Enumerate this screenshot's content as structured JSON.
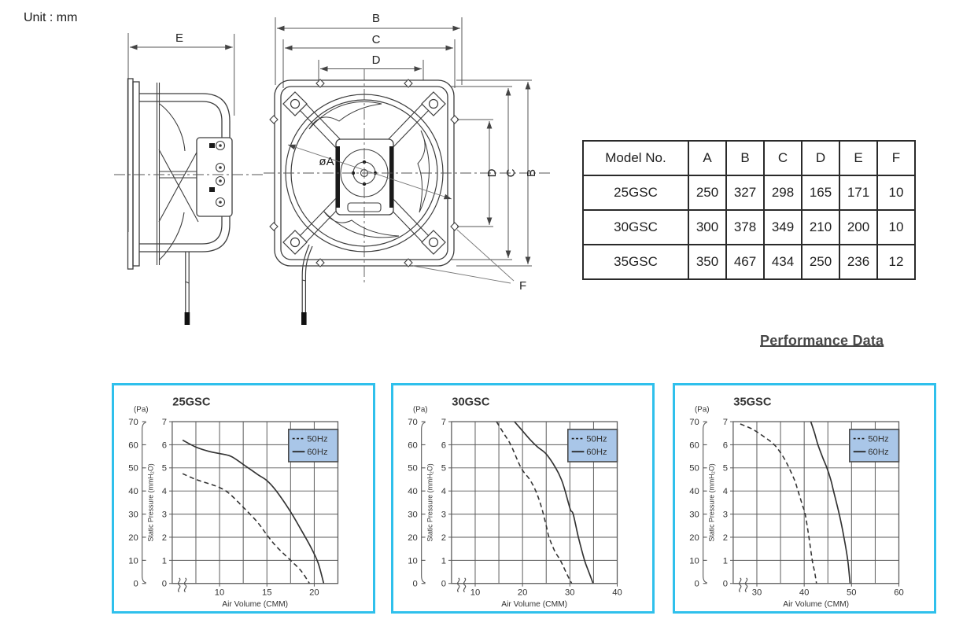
{
  "unit_label": "Unit : mm",
  "diagram": {
    "side_view": {
      "depth_label": "E"
    },
    "front_view": {
      "width_outer": "B",
      "width_inner": "C",
      "width_holes": "D",
      "height_holes": "D",
      "height_inner": "C",
      "height_outer": "B",
      "impeller_diameter": "øA",
      "hole_diameter": "F"
    }
  },
  "dimensions_table": {
    "headers": [
      "Model No.",
      "A",
      "B",
      "C",
      "D",
      "E",
      "F"
    ],
    "rows": [
      [
        "25GSC",
        "250",
        "327",
        "298",
        "165",
        "171",
        "10"
      ],
      [
        "30GSC",
        "300",
        "378",
        "349",
        "210",
        "200",
        "10"
      ],
      [
        "35GSC",
        "350",
        "467",
        "434",
        "250",
        "236",
        "12"
      ]
    ]
  },
  "performance_heading": "Performance Data",
  "legend_fill": "#a9c6e8",
  "panel_border": "#2fc0ec",
  "chart_data": [
    {
      "type": "line",
      "title": "25GSC",
      "xlabel": "Air Volume (CMM)",
      "ylabel": "Static Pressure (mmH₂O)",
      "y2label": "(Pa)",
      "xlim": [
        5,
        22.5
      ],
      "ylim": [
        0,
        7
      ],
      "y2lim": [
        0,
        70
      ],
      "xticks": [
        10,
        15,
        20
      ],
      "xgrid_step": 2.5,
      "yticks": [
        0,
        1,
        2,
        3,
        4,
        5,
        6,
        7
      ],
      "pa_ticks": [
        0,
        10,
        20,
        30,
        40,
        50,
        60,
        70
      ],
      "grid": true,
      "legend_position": "top-right",
      "series": [
        {
          "name": "50Hz",
          "style": "dashed",
          "points": [
            [
              6.1,
              4.75
            ],
            [
              7.5,
              4.5
            ],
            [
              9,
              4.3
            ],
            [
              10,
              4.15
            ],
            [
              11,
              3.9
            ],
            [
              12.5,
              3.3
            ],
            [
              14,
              2.65
            ],
            [
              15,
              2.1
            ],
            [
              16,
              1.6
            ],
            [
              17.5,
              1.0
            ],
            [
              18.6,
              0.55
            ],
            [
              19.5,
              0
            ]
          ]
        },
        {
          "name": "60Hz",
          "style": "solid",
          "points": [
            [
              6.1,
              6.2
            ],
            [
              7.5,
              5.9
            ],
            [
              9,
              5.7
            ],
            [
              10,
              5.62
            ],
            [
              11.2,
              5.5
            ],
            [
              12.5,
              5.15
            ],
            [
              14,
              4.72
            ],
            [
              15,
              4.45
            ],
            [
              16,
              4.0
            ],
            [
              17.5,
              3.1
            ],
            [
              18.5,
              2.4
            ],
            [
              19.6,
              1.6
            ],
            [
              20.4,
              0.9
            ],
            [
              21,
              0
            ]
          ]
        }
      ]
    },
    {
      "type": "line",
      "title": "30GSC",
      "xlabel": "Air Volume (CMM)",
      "ylabel": "Static Pressure (mmH₂O)",
      "y2label": "(Pa)",
      "xlim": [
        5,
        40
      ],
      "ylim": [
        0,
        7
      ],
      "y2lim": [
        0,
        70
      ],
      "xticks": [
        10,
        20,
        30,
        40
      ],
      "xgrid_step": 5,
      "yticks": [
        0,
        1,
        2,
        3,
        4,
        5,
        6,
        7
      ],
      "pa_ticks": [
        0,
        10,
        20,
        30,
        40,
        50,
        60,
        70
      ],
      "grid": true,
      "legend_position": "top-right",
      "series": [
        {
          "name": "50Hz",
          "style": "dashed",
          "points": [
            [
              14.5,
              7
            ],
            [
              16,
              6.5
            ],
            [
              17.5,
              6
            ],
            [
              19.7,
              5
            ],
            [
              21.5,
              4.5
            ],
            [
              22.8,
              4
            ],
            [
              24,
              3.3
            ],
            [
              25,
              2.5
            ],
            [
              25.6,
              2
            ],
            [
              26.8,
              1.4
            ],
            [
              28,
              1
            ],
            [
              29.5,
              0.35
            ],
            [
              30.4,
              0
            ]
          ]
        },
        {
          "name": "60Hz",
          "style": "solid",
          "points": [
            [
              18.3,
              7
            ],
            [
              20,
              6.6
            ],
            [
              21.7,
              6.2
            ],
            [
              23.2,
              5.9
            ],
            [
              25,
              5.6
            ],
            [
              27,
              5
            ],
            [
              28.2,
              4.5
            ],
            [
              29,
              4
            ],
            [
              30.1,
              3.2
            ],
            [
              30.7,
              3
            ],
            [
              31.8,
              2
            ],
            [
              33.1,
              1
            ],
            [
              34,
              0.5
            ],
            [
              34.9,
              0
            ]
          ]
        }
      ]
    },
    {
      "type": "line",
      "title": "35GSC",
      "xlabel": "Air Volume (CMM)",
      "ylabel": "Static Pressure (mmH₂O)",
      "y2label": "(Pa)",
      "xlim": [
        25,
        60
      ],
      "ylim": [
        0,
        7
      ],
      "y2lim": [
        0,
        70
      ],
      "xticks": [
        30,
        40,
        50,
        60
      ],
      "xgrid_step": 5,
      "yticks": [
        0,
        1,
        2,
        3,
        4,
        5,
        6,
        7
      ],
      "pa_ticks": [
        0,
        10,
        20,
        30,
        40,
        50,
        60,
        70
      ],
      "grid": true,
      "legend_position": "top-right",
      "series": [
        {
          "name": "50Hz",
          "style": "dashed",
          "points": [
            [
              26.5,
              6.9
            ],
            [
              29,
              6.68
            ],
            [
              31.5,
              6.35
            ],
            [
              33.7,
              6
            ],
            [
              35.5,
              5.5
            ],
            [
              36.8,
              5
            ],
            [
              38,
              4.45
            ],
            [
              38.7,
              4
            ],
            [
              39.6,
              3.4
            ],
            [
              40.2,
              3
            ],
            [
              41,
              2
            ],
            [
              41.7,
              1
            ],
            [
              42.2,
              0.5
            ],
            [
              42.6,
              0
            ]
          ]
        },
        {
          "name": "60Hz",
          "style": "solid",
          "points": [
            [
              41.4,
              7
            ],
            [
              42.2,
              6.5
            ],
            [
              42.9,
              6
            ],
            [
              44,
              5.4
            ],
            [
              44.8,
              5
            ],
            [
              45.6,
              4.5
            ],
            [
              46.2,
              4
            ],
            [
              47.4,
              3
            ],
            [
              48.4,
              2
            ],
            [
              49.2,
              1
            ],
            [
              49.7,
              0
            ]
          ]
        }
      ]
    }
  ]
}
